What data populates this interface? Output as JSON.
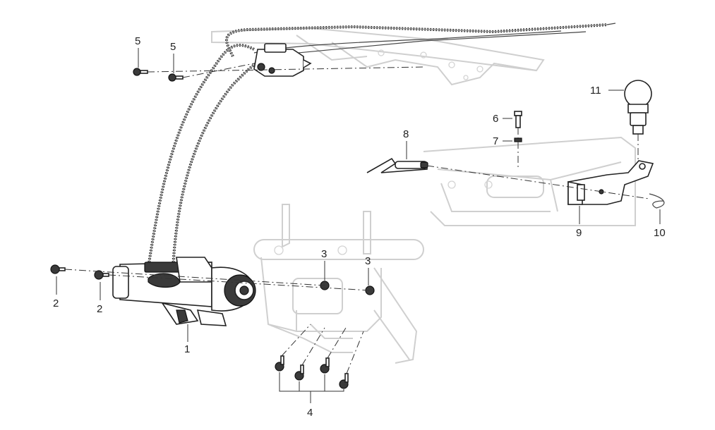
{
  "diagram": {
    "callouts": {
      "c1": "1",
      "c2a": "2",
      "c2b": "2",
      "c3a": "3",
      "c3b": "3",
      "c4": "4",
      "c5a": "5",
      "c5b": "5",
      "c6": "6",
      "c7": "7",
      "c8": "8",
      "c9": "9",
      "c10": "10",
      "c11": "11"
    }
  }
}
